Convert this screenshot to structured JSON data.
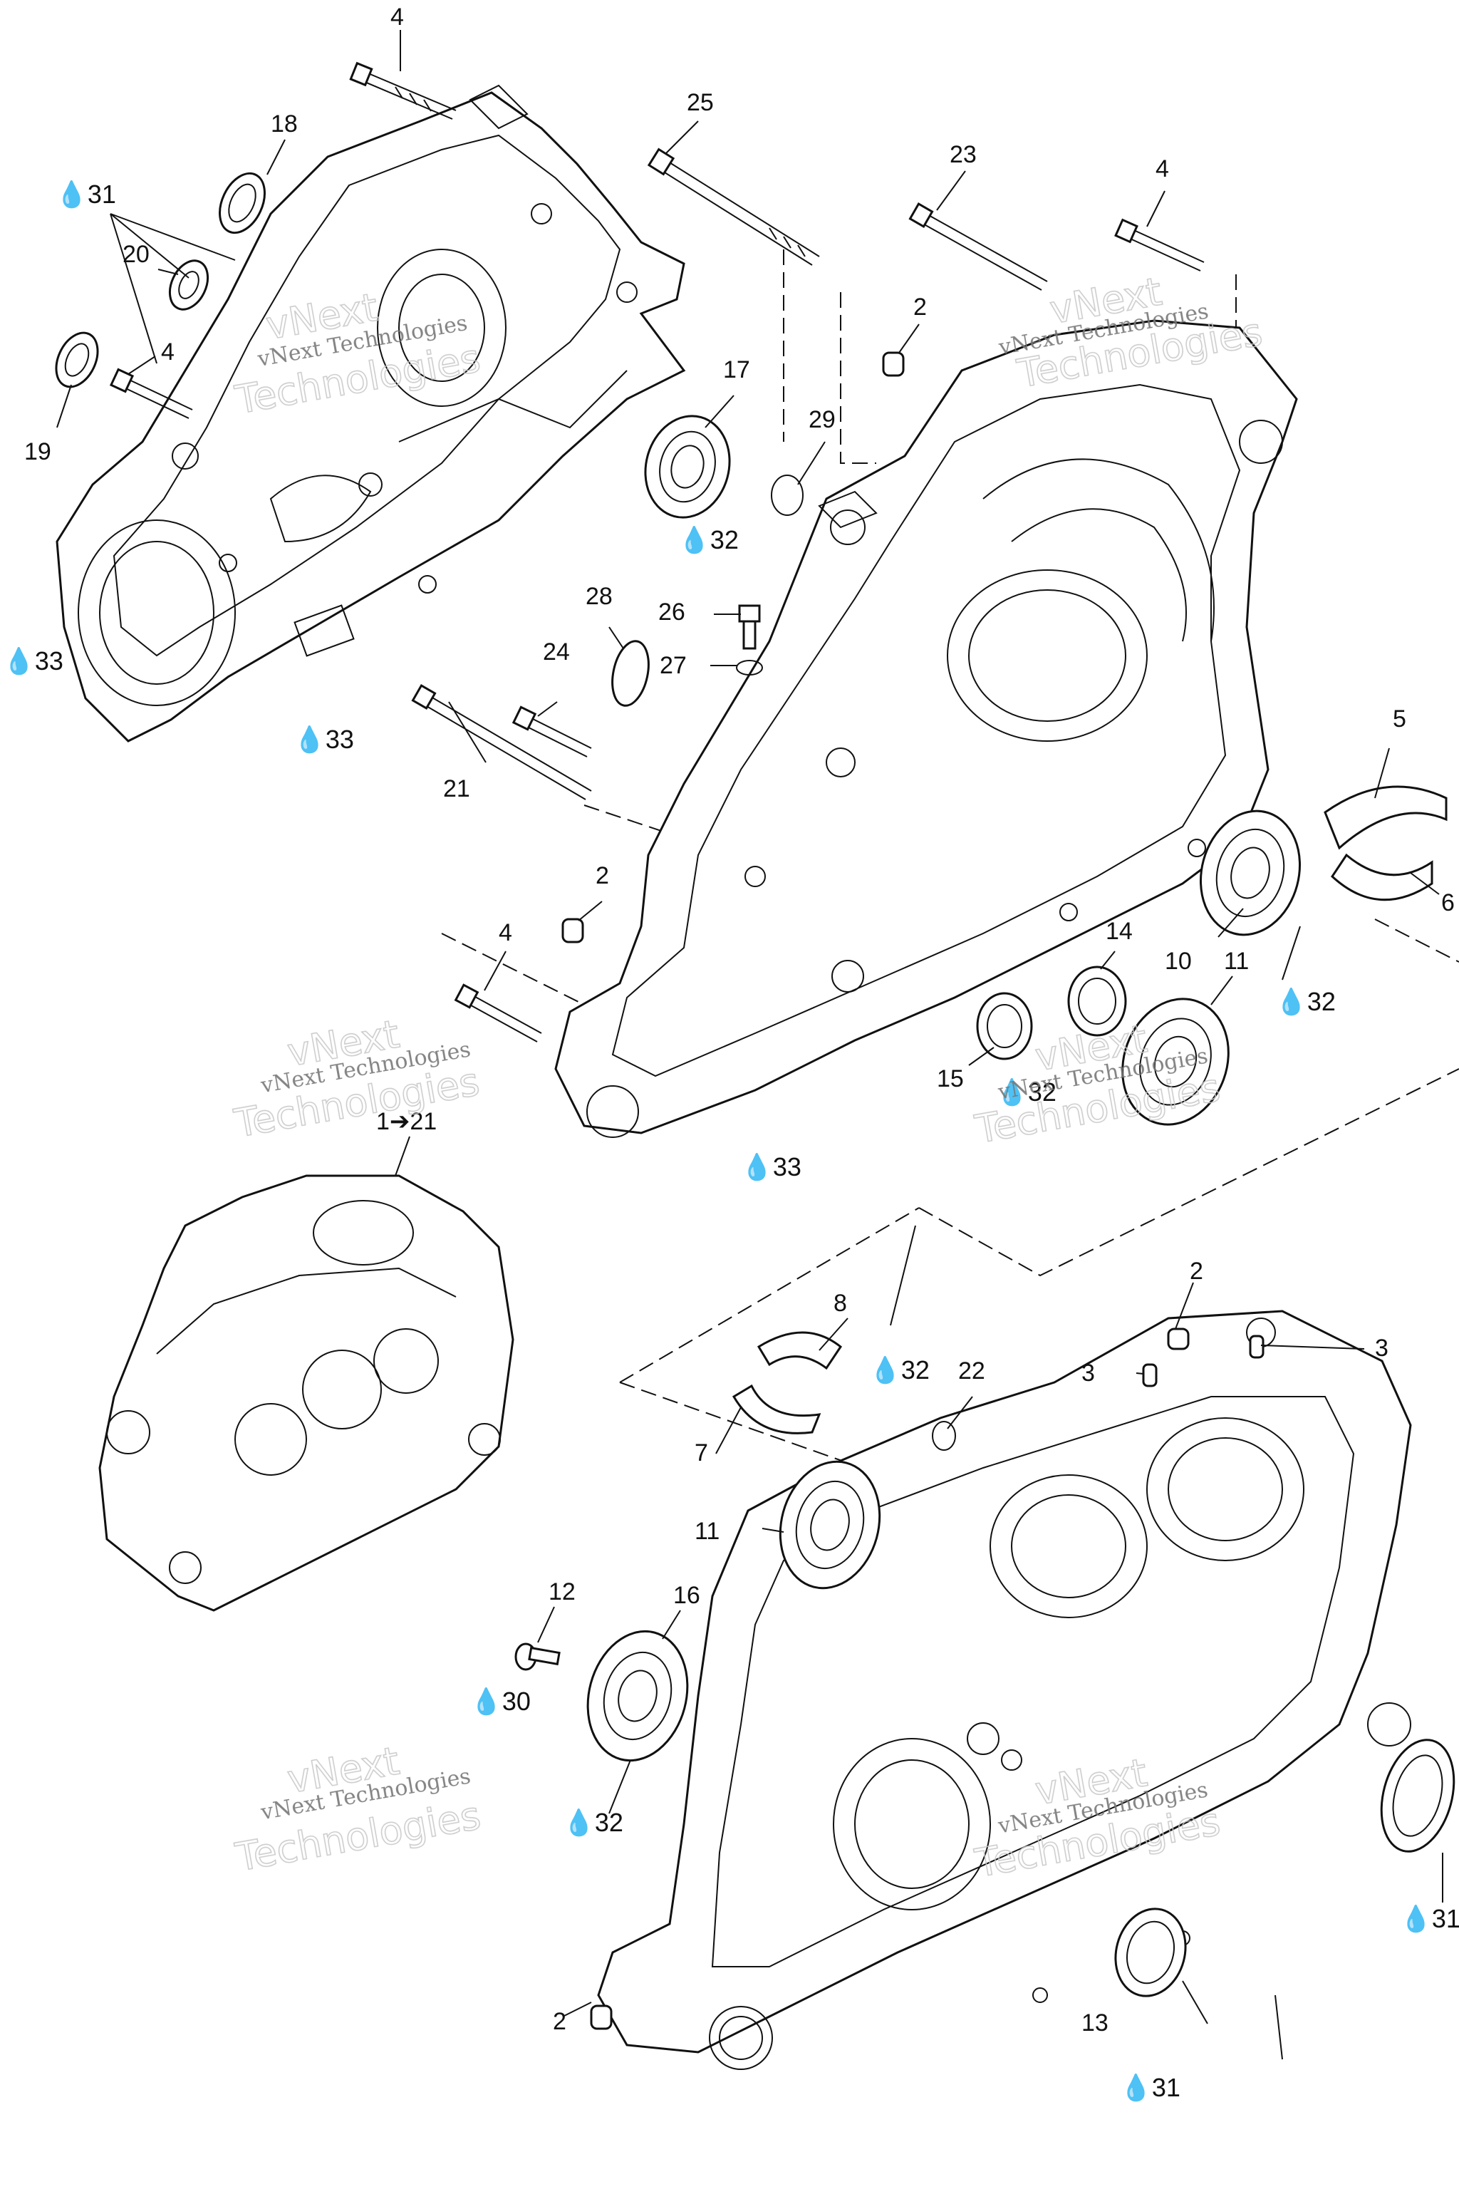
{
  "callouts": {
    "c4_top": "4",
    "c18": "18",
    "c31_left": "31",
    "c20": "20",
    "c4_left": "4",
    "c19": "19",
    "c33_left": "33",
    "c33_bottom_left": "33",
    "c17": "17",
    "c32_17": "32",
    "c25": "25",
    "c23": "23",
    "c4_right": "4",
    "c2_top": "2",
    "c29": "29",
    "c28": "28",
    "c26": "26",
    "c27": "27",
    "c24": "24",
    "c21": "21",
    "c2_mid": "2",
    "c4_mid": "4",
    "c5": "5",
    "c6": "6",
    "c10": "10",
    "c11_upper": "11",
    "c32_right": "32",
    "c14": "14",
    "c15": "15",
    "c32_mid": "32",
    "c33_mid": "33",
    "c1to21": "1➔21",
    "c8": "8",
    "c32_lower": "32",
    "c22": "22",
    "c2_lower_top": "2",
    "c3_a": "3",
    "c3_b": "3",
    "c7": "7",
    "c11_lower": "11",
    "c12": "12",
    "c16": "16",
    "c30": "30",
    "c32_16": "32",
    "c31_right": "31",
    "c13": "13",
    "c31_bottom": "31",
    "c2_bottom": "2"
  },
  "watermark": {
    "line1": "vNext Technologies",
    "line2_top": "vNext",
    "line2_bottom": "Technologies"
  }
}
